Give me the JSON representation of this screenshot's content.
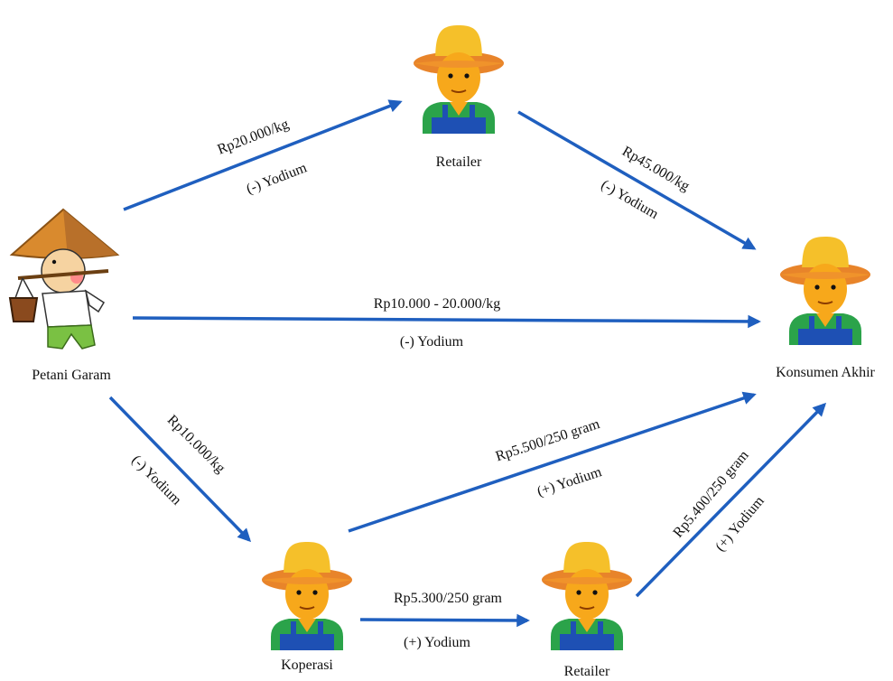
{
  "nodes": {
    "petani": {
      "label": "Petani Garam",
      "icon": "salt-farmer-icon"
    },
    "retailer_top": {
      "label": "Retailer",
      "icon": "farmer-icon"
    },
    "konsumen": {
      "label": "Konsumen Akhir",
      "icon": "farmer-icon"
    },
    "koperasi": {
      "label": "Koperasi",
      "icon": "farmer-icon"
    },
    "retailer_bottom": {
      "label": "Retailer",
      "icon": "farmer-icon"
    }
  },
  "edges": {
    "petani_to_retailer": {
      "price": "Rp20.000/kg",
      "iodine": "(-) Yodium"
    },
    "retailer_to_konsumen": {
      "price": "Rp45.000/kg",
      "iodine": "(-) Yodium"
    },
    "petani_to_konsumen": {
      "price": "Rp10.000 - 20.000/kg",
      "iodine": "(-) Yodium"
    },
    "petani_to_koperasi": {
      "price": "Rp10.000/kg",
      "iodine": "(-) Yodium"
    },
    "koperasi_to_konsumen": {
      "price": "Rp5.500/250 gram",
      "iodine": "(+) Yodium"
    },
    "koperasi_to_retailer": {
      "price": "Rp5.300/250 gram",
      "iodine": "(+) Yodium"
    },
    "retailer_to_konsumen_bottom": {
      "price": "Rp5.400/250 gram",
      "iodine": "(+) Yodium"
    }
  },
  "colors": {
    "arrow": "#1f5fbf",
    "hat": "#f5a623",
    "hat_band": "#e8842a",
    "face": "#f7b731",
    "shirt": "#2ba34a",
    "overall": "#1e50b4"
  }
}
